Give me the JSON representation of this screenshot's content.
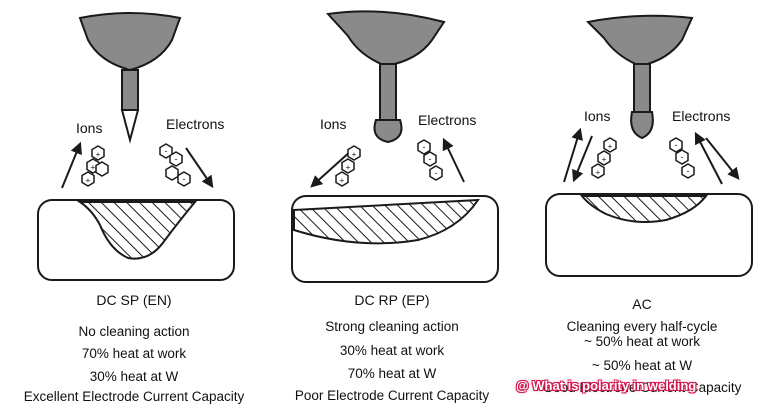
{
  "panels": [
    {
      "ions_label": "Ions",
      "electrons_label": "Electrons",
      "title": "DC SP (EN)",
      "lines": [
        "No cleaning action",
        "70% heat at work",
        "30% heat at W",
        "Excellent Electrode Current Capacity"
      ]
    },
    {
      "ions_label": "Ions",
      "electrons_label": "Electrons",
      "title": "DC RP (EP)",
      "lines": [
        "Strong cleaning action",
        "30% heat at work",
        "70% heat at W",
        "Poor Electrode Current Capacity"
      ]
    },
    {
      "ions_label": "Ions",
      "electrons_label": "Electrons",
      "title": "AC",
      "lines": [
        "Cleaning every half-cycle",
        "~ 50% heat at work",
        "~ 50% heat at W",
        "Good Electrode Current Capacity"
      ]
    }
  ],
  "watermark": "@ What is polarity in welding",
  "colors": {
    "torch_fill": "#8a8a8a",
    "line": "#1a1a1a",
    "watermark_outline": "#d1124b"
  },
  "icons": [
    "tungsten-electrode-icon",
    "ion-cluster-icon",
    "electron-cluster-icon",
    "weld-pool-icon"
  ]
}
